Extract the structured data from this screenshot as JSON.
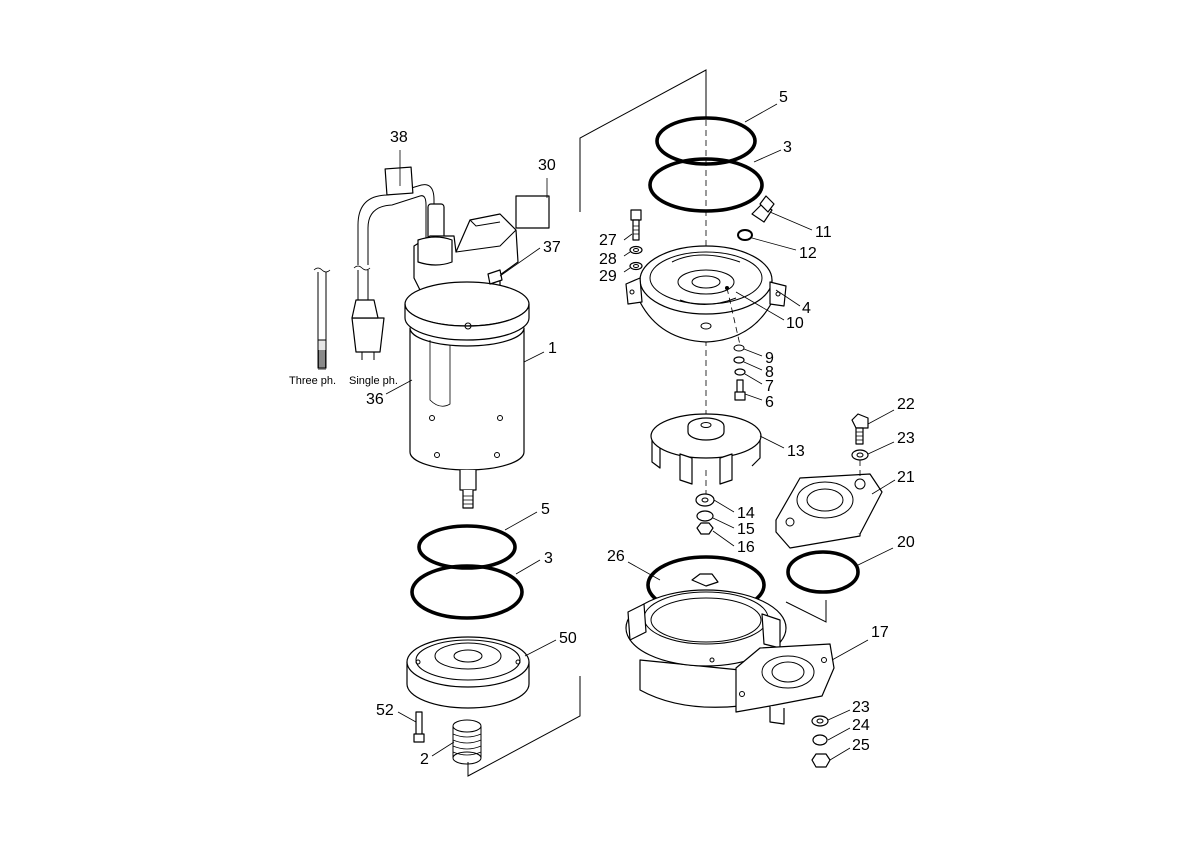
{
  "callouts": [
    {
      "id": "c1",
      "text": "1"
    },
    {
      "id": "c2",
      "text": "2"
    },
    {
      "id": "c3a",
      "text": "3"
    },
    {
      "id": "c3b",
      "text": "3"
    },
    {
      "id": "c4",
      "text": "4"
    },
    {
      "id": "c5a",
      "text": "5"
    },
    {
      "id": "c5b",
      "text": "5"
    },
    {
      "id": "c6",
      "text": "6"
    },
    {
      "id": "c7",
      "text": "7"
    },
    {
      "id": "c8",
      "text": "8"
    },
    {
      "id": "c9",
      "text": "9"
    },
    {
      "id": "c10",
      "text": "10"
    },
    {
      "id": "c11",
      "text": "11"
    },
    {
      "id": "c12",
      "text": "12"
    },
    {
      "id": "c13",
      "text": "13"
    },
    {
      "id": "c14",
      "text": "14"
    },
    {
      "id": "c15",
      "text": "15"
    },
    {
      "id": "c16",
      "text": "16"
    },
    {
      "id": "c17",
      "text": "17"
    },
    {
      "id": "c20",
      "text": "20"
    },
    {
      "id": "c21",
      "text": "21"
    },
    {
      "id": "c22",
      "text": "22"
    },
    {
      "id": "c23a",
      "text": "23"
    },
    {
      "id": "c23b",
      "text": "23"
    },
    {
      "id": "c24",
      "text": "24"
    },
    {
      "id": "c25",
      "text": "25"
    },
    {
      "id": "c26",
      "text": "26"
    },
    {
      "id": "c27",
      "text": "27"
    },
    {
      "id": "c28",
      "text": "28"
    },
    {
      "id": "c29",
      "text": "29"
    },
    {
      "id": "c30",
      "text": "30"
    },
    {
      "id": "c36",
      "text": "36"
    },
    {
      "id": "c37",
      "text": "37"
    },
    {
      "id": "c38",
      "text": "38"
    },
    {
      "id": "c50",
      "text": "50"
    },
    {
      "id": "c52",
      "text": "52"
    }
  ],
  "cable_labels": {
    "three_phase": "Three ph.",
    "single_phase": "Single ph."
  }
}
